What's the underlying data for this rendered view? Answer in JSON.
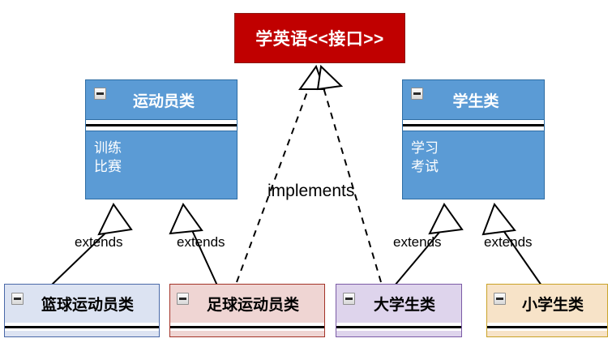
{
  "diagram": {
    "type": "uml-class-diagram",
    "interface": {
      "name": "学英语<<接口>>",
      "icon": "interface-node",
      "fill": "#C00000",
      "text_color": "#FFFFFF"
    },
    "classes": [
      {
        "id": "athlete",
        "title": "运动员类",
        "members": [
          "训练",
          "比赛"
        ],
        "fill": "#5B9BD5",
        "border": "#2E6DA4",
        "collapse_icon": "minus-icon"
      },
      {
        "id": "student",
        "title": "学生类",
        "members": [
          "学习",
          "考试"
        ],
        "fill": "#5B9BD5",
        "border": "#2E6DA4",
        "collapse_icon": "minus-icon"
      }
    ],
    "subclasses": [
      {
        "id": "basketball-player",
        "title": "篮球运动员类",
        "fill": "#DCE3F2",
        "border": "#4A69A8",
        "collapse_icon": "minus-icon"
      },
      {
        "id": "soccer-player",
        "title": "足球运动员类",
        "fill": "#EFD5D3",
        "border": "#A33328",
        "collapse_icon": "minus-icon"
      },
      {
        "id": "college-student",
        "title": "大学生类",
        "fill": "#DED4EC",
        "border": "#7B5BA6",
        "collapse_icon": "minus-icon"
      },
      {
        "id": "primary-student",
        "title": "小学生类",
        "fill": "#F7E3C8",
        "border": "#C9A227",
        "collapse_icon": "minus-icon"
      }
    ],
    "relations": [
      {
        "id": "rel-1",
        "label": "extends",
        "style": "solid",
        "from": "basketball-player",
        "to": "athlete"
      },
      {
        "id": "rel-2",
        "label": "extends",
        "style": "solid",
        "from": "soccer-player",
        "to": "athlete"
      },
      {
        "id": "rel-3",
        "label": "extends",
        "style": "solid",
        "from": "college-student",
        "to": "student"
      },
      {
        "id": "rel-4",
        "label": "extends",
        "style": "solid",
        "from": "primary-student",
        "to": "student"
      },
      {
        "id": "rel-5",
        "label": "implements",
        "style": "dashed",
        "from": "soccer-player",
        "to": "interface"
      },
      {
        "id": "rel-6",
        "label": "implements",
        "style": "dashed",
        "from": "college-student",
        "to": "interface"
      }
    ],
    "labels": {
      "extends_1": "extends",
      "extends_2": "extends",
      "extends_3": "extends",
      "extends_4": "extends",
      "implements": "implements"
    }
  }
}
